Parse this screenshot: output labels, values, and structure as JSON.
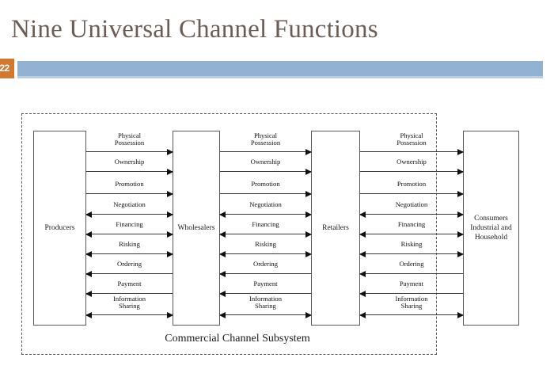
{
  "slide": {
    "title": "Nine Universal Channel Functions",
    "number": "22",
    "accent_color": "#92b2d3",
    "badge_color": "#d2792f",
    "title_color": "#6b5d55"
  },
  "diagram": {
    "caption": "Commercial Channel Subsystem",
    "actors": [
      {
        "id": "producers",
        "label": "Producers"
      },
      {
        "id": "wholesalers",
        "label": "Wholesalers"
      },
      {
        "id": "retailers",
        "label": "Retailers"
      },
      {
        "id": "consumers",
        "label": "Consumers\nIndustrial\nand\nHousehold"
      }
    ],
    "functions": [
      {
        "name": "Physical Possession",
        "label": "Physical\nPossession",
        "direction": "right"
      },
      {
        "name": "Ownership",
        "label": "Ownership",
        "direction": "right"
      },
      {
        "name": "Promotion",
        "label": "Promotion",
        "direction": "right"
      },
      {
        "name": "Negotiation",
        "label": "Negotiation",
        "direction": "both"
      },
      {
        "name": "Financing",
        "label": "Financing",
        "direction": "both"
      },
      {
        "name": "Risking",
        "label": "Risking",
        "direction": "both"
      },
      {
        "name": "Ordering",
        "label": "Ordering",
        "direction": "left"
      },
      {
        "name": "Payment",
        "label": "Payment",
        "direction": "left"
      },
      {
        "name": "Information Sharing",
        "label": "Information\nSharing",
        "direction": "both"
      }
    ],
    "gaps": [
      {
        "id": "producers-wholesalers",
        "from": "Producers",
        "to": "Wholesalers"
      },
      {
        "id": "wholesalers-retailers",
        "from": "Wholesalers",
        "to": "Retailers"
      },
      {
        "id": "retailers-consumers",
        "from": "Retailers",
        "to": "Consumers"
      }
    ]
  }
}
